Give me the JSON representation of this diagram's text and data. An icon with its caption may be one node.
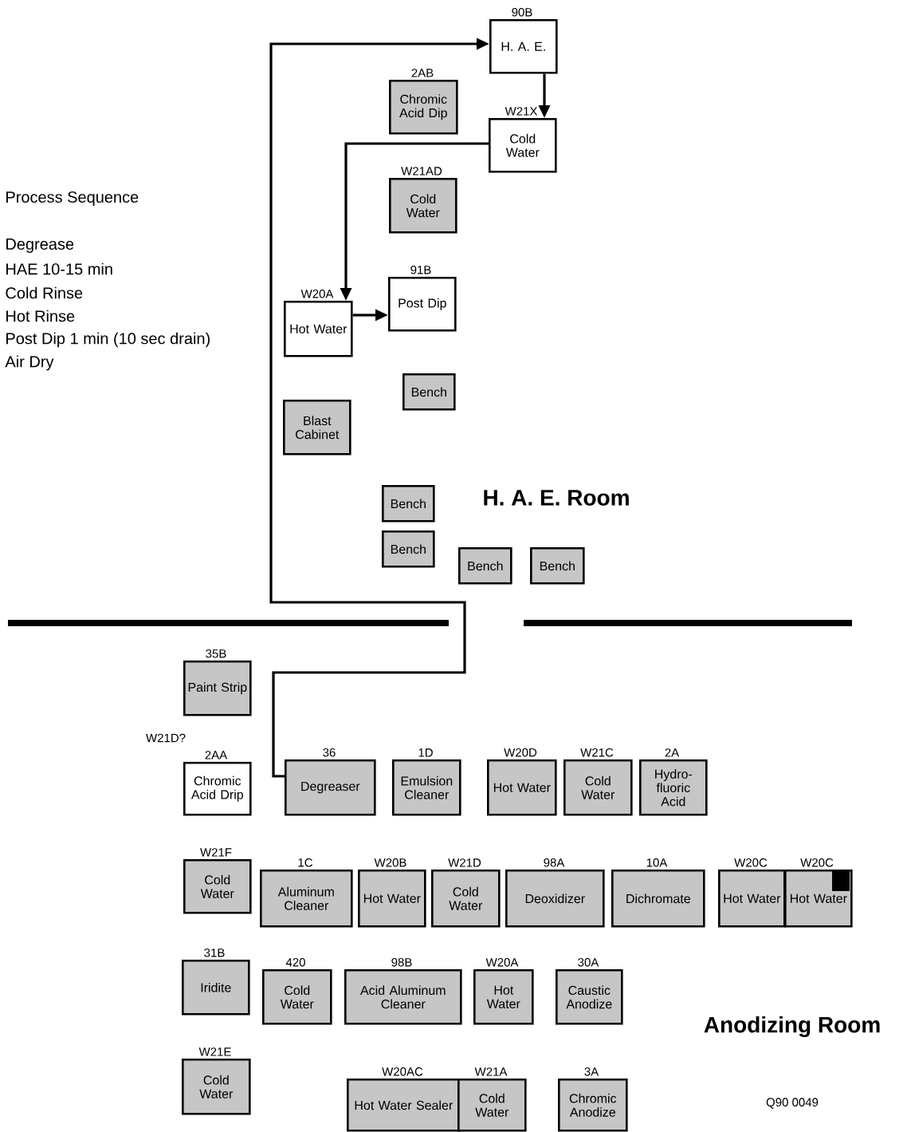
{
  "diagram": {
    "nodes": [
      {
        "text": [
          "90B",
          "H. A. E."
        ]
      },
      {
        "text": [
          "2AB",
          "Chromic Acid Dip"
        ]
      },
      {
        "text": [
          "W21X",
          "Cold Water"
        ]
      },
      {
        "text": [
          "W21AD",
          "Cold Water"
        ]
      },
      {
        "text": [
          "91B",
          "Post Dip"
        ]
      },
      {
        "text": [
          "W20A",
          "Hot Water"
        ]
      },
      {
        "text": [
          "Bench"
        ]
      },
      {
        "text": [
          "Blast Cabinet"
        ]
      },
      {
        "text": [
          "Bench"
        ]
      },
      {
        "text": [
          "Bench"
        ]
      },
      {
        "text": [
          "Bench"
        ]
      },
      {
        "text": [
          "Bench"
        ]
      },
      {
        "text": [
          "35B",
          "Paint Strip"
        ]
      },
      {
        "text": [
          "2AA",
          "Chromic Acid Drip"
        ]
      },
      {
        "text": [
          "36",
          "Degreaser"
        ]
      },
      {
        "text": [
          "1D",
          "Emulsion Cleaner"
        ]
      },
      {
        "text": [
          "W20D",
          "Hot Water"
        ]
      },
      {
        "text": [
          "W21C",
          "Cold Water"
        ]
      },
      {
        "text": [
          "2A",
          "Hydro- fluoric Acid"
        ]
      },
      {
        "text": [
          "W21F",
          "Cold Water"
        ]
      },
      {
        "text": [
          "1C",
          "Aluminum Cleaner"
        ]
      },
      {
        "text": [
          "W20B",
          "Hot Water"
        ]
      },
      {
        "text": [
          "W21D",
          "Cold Water"
        ]
      },
      {
        "text": [
          "98A",
          "Deoxidizer"
        ]
      },
      {
        "text": [
          "10A",
          "Dichromate"
        ]
      },
      {
        "text": [
          "W20C",
          "Hot Water"
        ]
      },
      {
        "text": [
          "W20C",
          "Hot Water"
        ]
      },
      {
        "text": [
          "31B",
          "Iridite"
        ]
      },
      {
        "text": [
          "420",
          "Cold Water"
        ]
      },
      {
        "text": [
          "98B",
          "Acid Aluminum Cleaner"
        ]
      },
      {
        "text": [
          "W20A",
          "Hot Water"
        ]
      },
      {
        "text": [
          "30A",
          "Caustic Anodize"
        ]
      },
      {
        "text": [
          "W21E",
          "Cold Water"
        ]
      },
      {
        "text": [
          "W20AC",
          "Hot Water Sealer"
        ]
      },
      {
        "text": [
          "W21A",
          "Cold Water"
        ]
      },
      {
        "text": [
          "3A",
          "Chromic Anodize"
        ]
      }
    ],
    "edges": [
      {
        "from": 14,
        "to": 0,
        "arrow": "to"
      },
      {
        "from": 0,
        "to": 2,
        "arrow": "to"
      },
      {
        "from": 2,
        "to": 5,
        "arrow": "to"
      },
      {
        "from": 5,
        "to": 4,
        "arrow": "to"
      }
    ],
    "labels": [
      "Process Sequence",
      "Degrease",
      "HAE 10-15 min",
      "Cold Rinse",
      "Hot Rinse",
      "Post Dip 1 min (10 sec drain)",
      "Air Dry",
      "H. A. E. Room",
      "W21D?",
      "Anodizing Room",
      "Q90 0049"
    ]
  }
}
